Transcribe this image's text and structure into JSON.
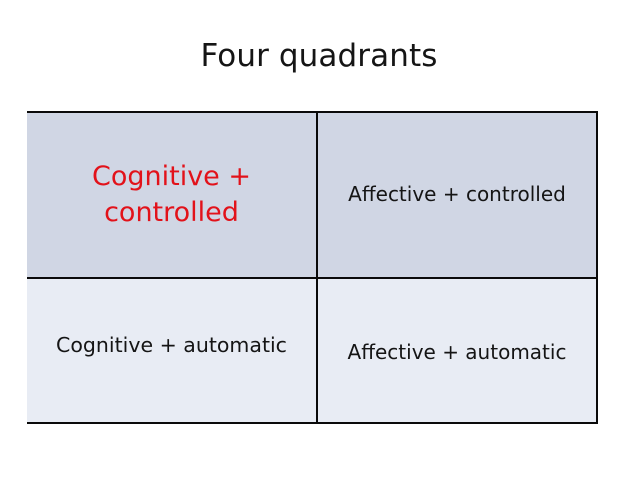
{
  "slide": {
    "title": "Four quadrants",
    "background_color": "#ffffff",
    "title_color": "#151515"
  },
  "quadrant_table": {
    "border_color": "#0a0a0a",
    "row_top_fill": "#d0d6e4",
    "row_bottom_fill": "#e8ecf4",
    "highlight_color": "#e2121a",
    "text_color": "#151515",
    "rows": [
      {
        "name": "controlled-row",
        "cells": [
          {
            "name": "cognitive-controlled",
            "label": "Cognitive + controlled",
            "emphasis": "highlighted"
          },
          {
            "name": "affective-controlled",
            "label": "Affective + controlled",
            "emphasis": "normal"
          }
        ]
      },
      {
        "name": "automatic-row",
        "cells": [
          {
            "name": "cognitive-automatic",
            "label": "Cognitive + automatic",
            "emphasis": "normal"
          },
          {
            "name": "affective-automatic",
            "label": "Affective + automatic",
            "emphasis": "normal"
          }
        ]
      }
    ]
  }
}
